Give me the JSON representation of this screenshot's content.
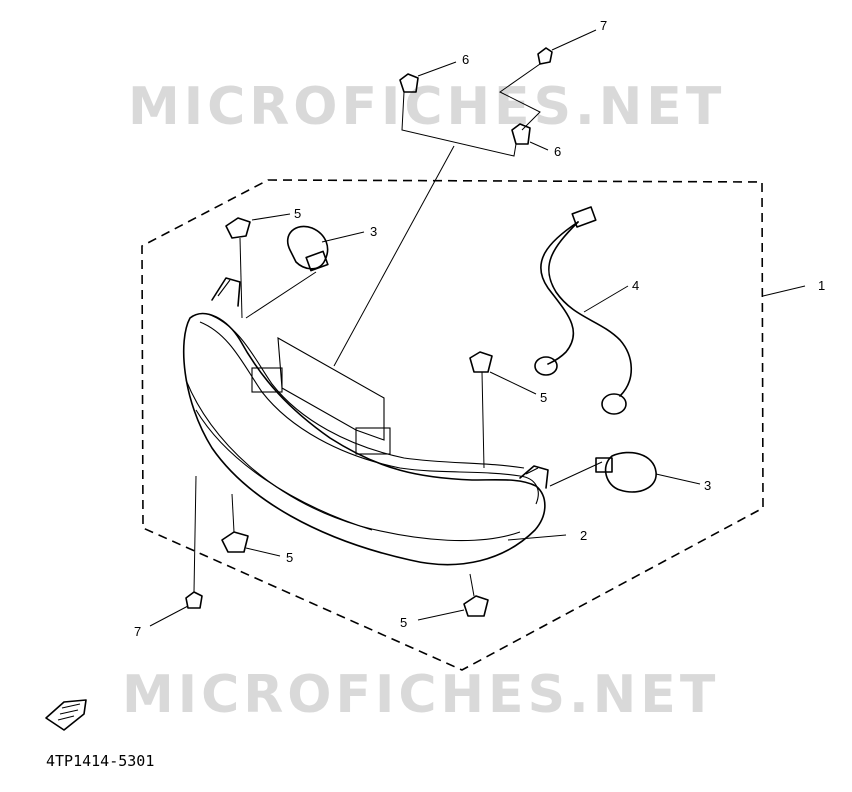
{
  "watermark": {
    "top": "MICROFICHES.NET",
    "bottom": "MICROFICHES.NET"
  },
  "reference_code": "4TP1414-5301",
  "callouts": {
    "c1": "1",
    "c2": "2",
    "c3a": "3",
    "c3b": "3",
    "c4": "4",
    "c5a": "5",
    "c5b": "5",
    "c5c": "5",
    "c5d": "5",
    "c6a": "6",
    "c6b": "6",
    "c7a": "7",
    "c7b": "7"
  },
  "icons": {
    "front_arrow": "front-arrow-icon"
  }
}
